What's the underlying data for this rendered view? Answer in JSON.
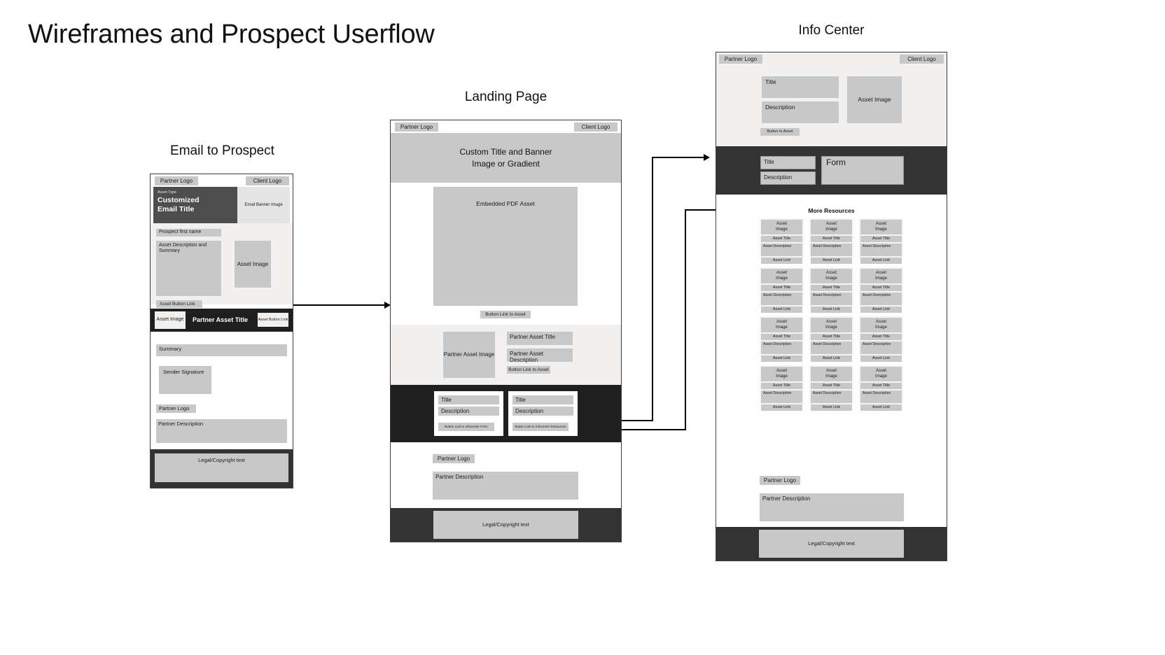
{
  "page": {
    "title": "Wireframes and Prospect Userflow"
  },
  "captions": {
    "email": "Email to Prospect",
    "landing": "Landing Page",
    "info": "Info Center"
  },
  "common": {
    "partner_logo": "Partner Logo",
    "client_logo": "Client Logo",
    "partner_description": "Partner Description",
    "legal": "Legal/Copyright text",
    "title": "Title",
    "description": "Description",
    "asset_image": "Asset Image",
    "asset_title": "Asset Title",
    "asset_description": "Asset Description",
    "asset_link": "Asset Link"
  },
  "email": {
    "header": {
      "partner_logo": "Partner Logo",
      "client_logo": "Client Logo"
    },
    "hero": {
      "asset_type": "Asset Type",
      "title_line1": "Customized",
      "title_line2": "Email Title",
      "banner": "Email Banner Image"
    },
    "body": {
      "greeting": "Prospect first name",
      "description": "Asset Description and Summary",
      "asset_image": "Asset Image",
      "button": "Asset Button Link"
    },
    "strip": {
      "asset_image": "Asset Image",
      "title": "Partner Asset Title",
      "button": "Asset Button Link"
    },
    "lower": {
      "summary": "Summary",
      "signature": "Sender Signature",
      "partner_logo": "Partner Logo",
      "partner_description": "Partner Description"
    },
    "footer": {
      "legal": "Legal/Copyright text"
    }
  },
  "landing": {
    "header": {
      "partner_logo": "Partner Logo",
      "client_logo": "Client Logo"
    },
    "banner": {
      "line1": "Custom Title and Banner",
      "line2": "Image or Gradient"
    },
    "pdf": {
      "label": "Embedded PDF Asset",
      "button": "Button Link to Asset"
    },
    "partner_asset": {
      "image": "Partner Asset Image",
      "title": "Partner Asset Title",
      "description": "Partner Asset Description",
      "button": "Button Link to Asset"
    },
    "forms": [
      {
        "title": "Title",
        "description": "Description",
        "button": "Button Link to Infocenter Form"
      },
      {
        "title": "Title",
        "description": "Description",
        "button": "Button Link to Infocenter Resources"
      }
    ],
    "footer": {
      "partner_logo": "Partner Logo",
      "partner_description": "Partner Description",
      "legal": "Legal/Copyright text"
    }
  },
  "info": {
    "header": {
      "partner_logo": "Partner Logo",
      "client_logo": "Client Logo"
    },
    "hero": {
      "title": "Title",
      "description": "Description",
      "asset_image": "Asset Image",
      "button": "Button to Asset"
    },
    "form_section": {
      "title": "Title",
      "description": "Description",
      "form": "Form"
    },
    "resources": {
      "heading": "More Resources",
      "card": {
        "image_line1": "Asset",
        "image_line2": "Image",
        "title": "Asset Title",
        "description": "Asset Description",
        "link": "Asset Link"
      },
      "rows": 4,
      "cols": 3
    },
    "footer": {
      "partner_logo": "Partner Logo",
      "partner_description": "Partner Description",
      "legal": "Legal/Copyright text"
    }
  },
  "arrows": [
    {
      "name": "email-to-landing"
    },
    {
      "name": "landing-form-to-infocenter-form"
    },
    {
      "name": "landing-resources-to-infocenter-resources"
    }
  ]
}
